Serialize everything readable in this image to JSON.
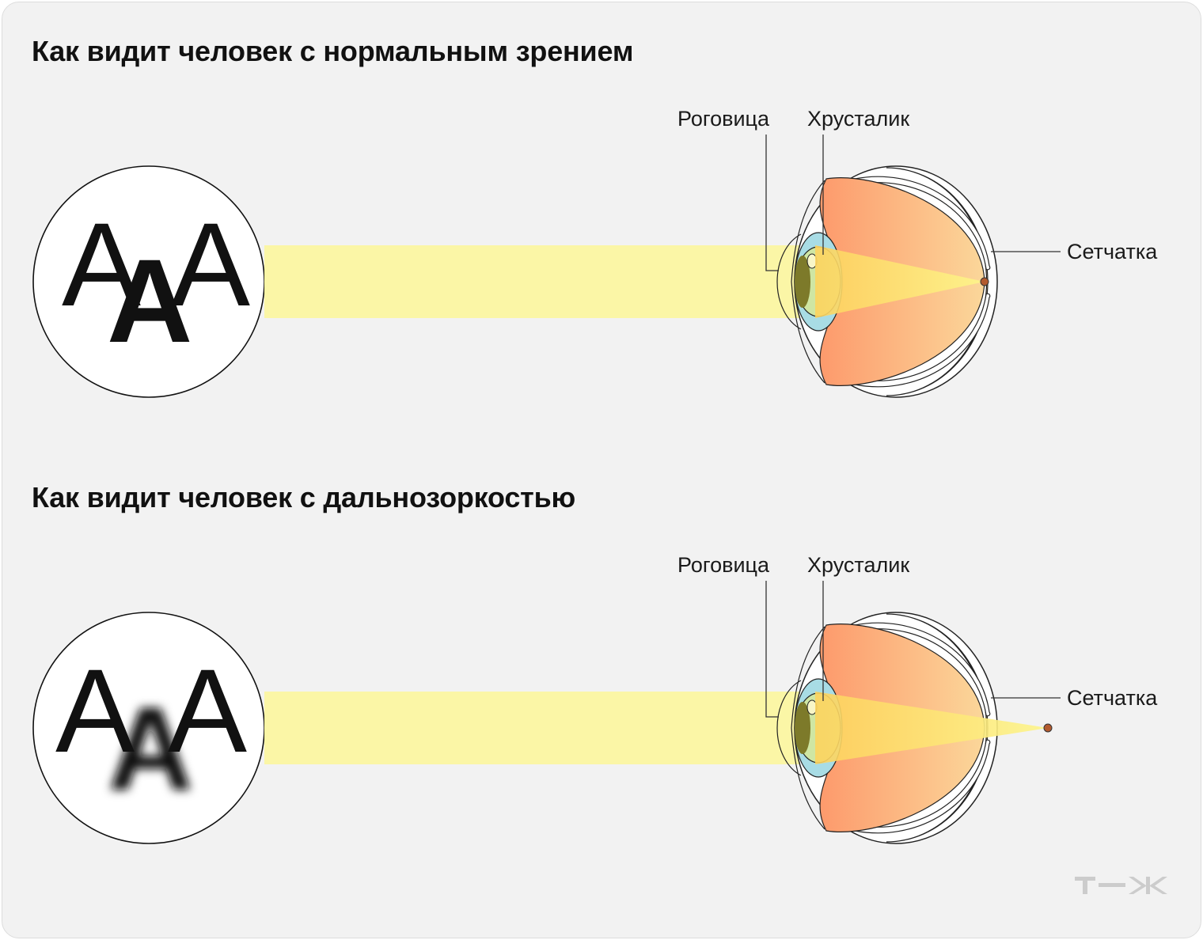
{
  "panels": [
    {
      "title": "Как видит человек с нормальным зрением",
      "letters": [
        "A",
        "A",
        "A"
      ],
      "labels": {
        "cornea": "Роговица",
        "lens": "Хрусталик",
        "retina": "Сетчатка"
      },
      "focus": "on-retina",
      "middle_letter_blurred": false
    },
    {
      "title": "Как видит человек с дальнозоркостью",
      "letters": [
        "A",
        "A",
        "A"
      ],
      "labels": {
        "cornea": "Роговица",
        "lens": "Хрусталик",
        "retina": "Сетчатка"
      },
      "focus": "behind-retina",
      "middle_letter_blurred": true
    }
  ],
  "brand": {
    "logo_name": "t-zh-logo"
  },
  "colors": {
    "background": "#f2f2f2",
    "light_beam": "#fbf6a6",
    "eyeball_orange": "#fd9a6c",
    "sclera_band": "#fad9a2",
    "cornea_blue": "#a8dce5",
    "lens_green": "#cfe6a3",
    "pupil": "#7d7a2a",
    "focus_point": "#b35a2e"
  }
}
